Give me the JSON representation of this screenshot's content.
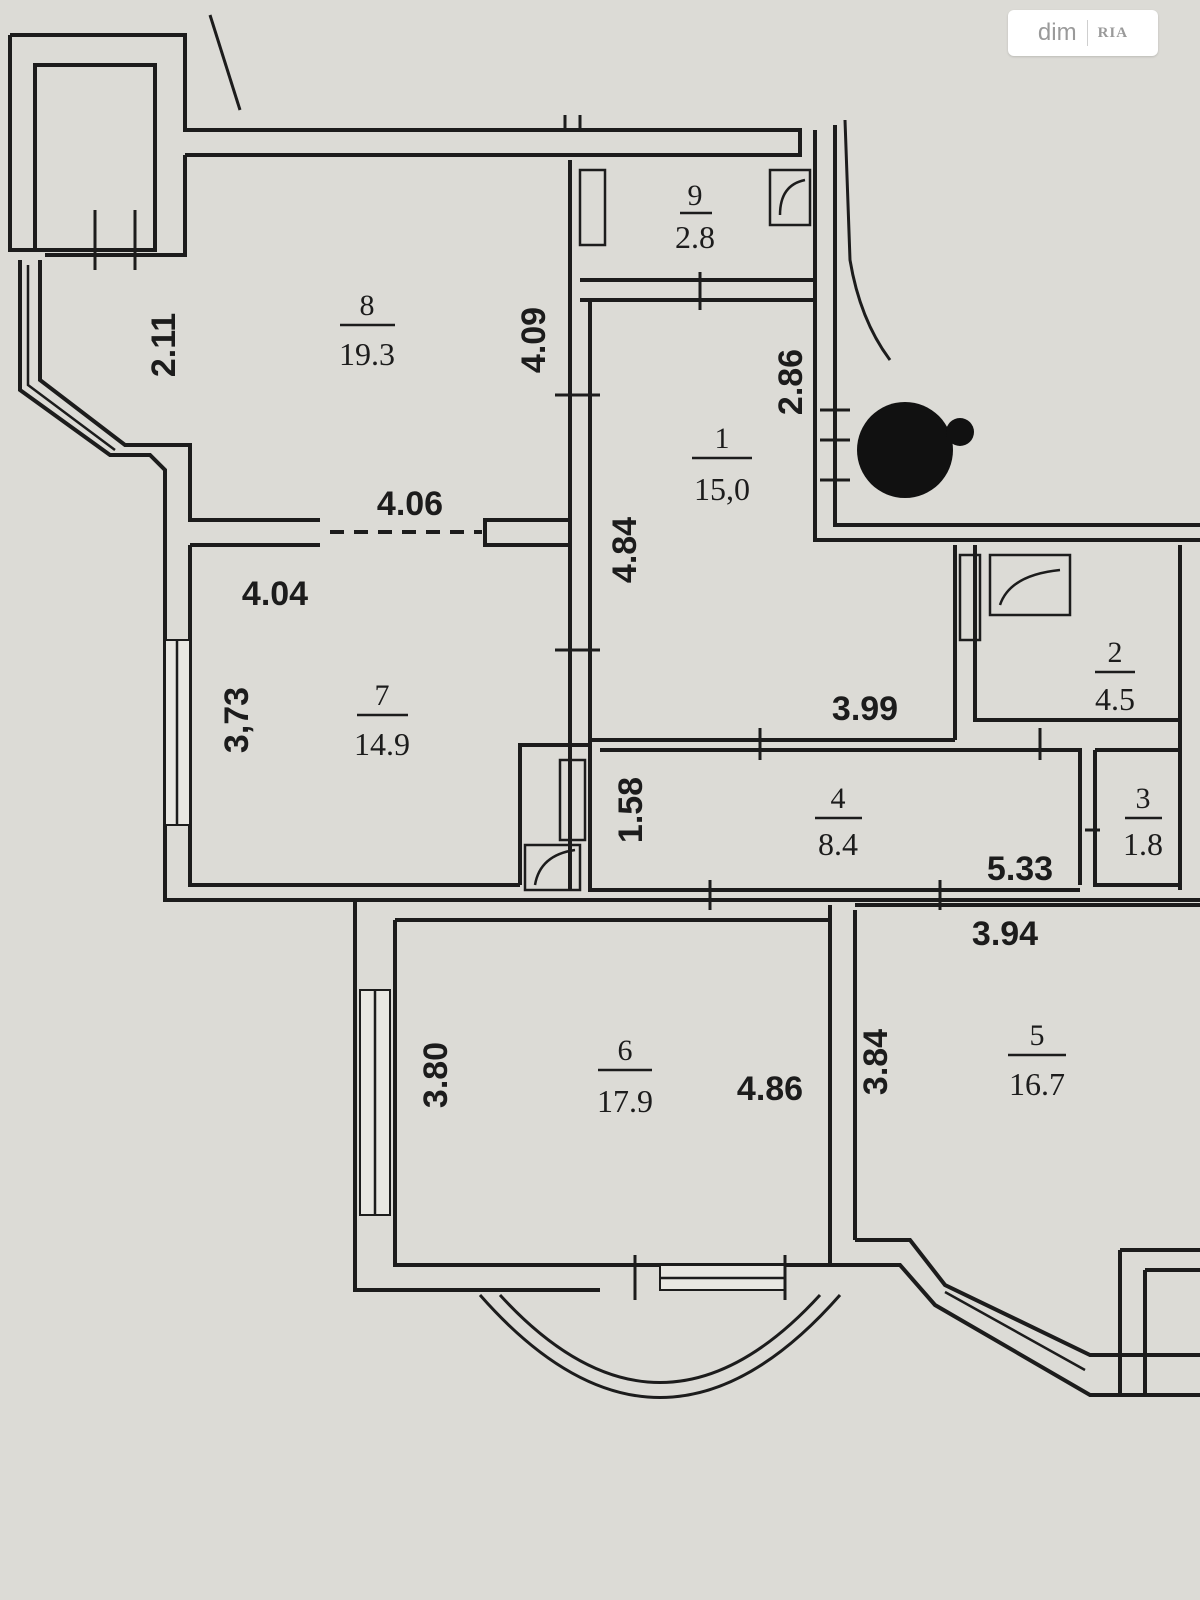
{
  "watermark": {
    "brand": "dim",
    "brand2": "RIA"
  },
  "rooms": [
    {
      "id": "1",
      "num": "1",
      "area": "15,0"
    },
    {
      "id": "2",
      "num": "2",
      "area": "4.5"
    },
    {
      "id": "3",
      "num": "3",
      "area": "1.8"
    },
    {
      "id": "4",
      "num": "4",
      "area": "8.4"
    },
    {
      "id": "5",
      "num": "5",
      "area": "16.7"
    },
    {
      "id": "6",
      "num": "6",
      "area": "17.9"
    },
    {
      "id": "7",
      "num": "7",
      "area": "14.9"
    },
    {
      "id": "8",
      "num": "8",
      "area": "19.3"
    },
    {
      "id": "9",
      "num": "9",
      "area": "2.8"
    }
  ],
  "dimensions": {
    "d_2_11": "2.11",
    "d_4_09": "4.09",
    "d_2_86": "2.86",
    "d_4_06": "4.06",
    "d_4_04": "4.04",
    "d_4_84": "4.84",
    "d_3_73": "3,73",
    "d_3_99": "3.99",
    "d_1_58": "1.58",
    "d_5_33": "5.33",
    "d_3_94": "3.94",
    "d_3_80": "3.80",
    "d_4_86": "4.86",
    "d_3_84": "3.84"
  },
  "colors": {
    "background": "#dcdbd6",
    "ink": "#1c1c1c"
  }
}
